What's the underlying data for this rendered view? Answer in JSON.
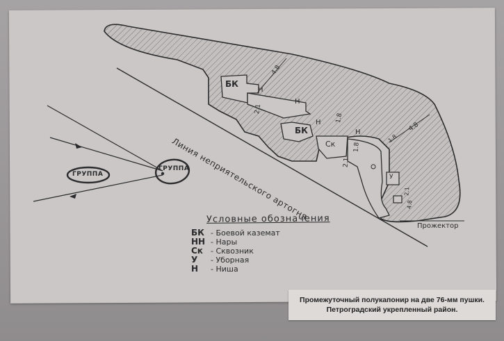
{
  "plan": {
    "rooms": {
      "bk1": "БК",
      "bk2": "БК",
      "n1": "Н",
      "n2": "Н",
      "n3": "Н",
      "n4": "Н",
      "sk": "Ск",
      "u": "У"
    },
    "dims": {
      "d1": "4.8",
      "d2": "2.1",
      "d3": "1.8",
      "d4": "1.8",
      "d5": "4.8",
      "d6": "1.8",
      "d7": "2.1",
      "d8": "2.1",
      "d9": "4.8"
    },
    "fire_line_label": "Линия неприятельского артогня",
    "projector_label": "Прожектор",
    "groups": {
      "left": "ГРУППА",
      "right": "ГРУППА"
    }
  },
  "legend": {
    "title": "Условные обозначения",
    "items": [
      {
        "code": "БК",
        "desc": "- Боевой каземат"
      },
      {
        "code": "НН",
        "desc": "- Нары"
      },
      {
        "code": "Ск",
        "desc": "- Сквозник"
      },
      {
        "code": "У",
        "desc": "- Уборная"
      },
      {
        "code": "Н",
        "desc": "- Ниша"
      }
    ]
  },
  "caption": {
    "line1": "Промежуточный полукапонир на две 76-мм пушки.",
    "line2": "Петроградский укрепленный район."
  },
  "colors": {
    "sheet": "#cac7c6",
    "ink": "#2b2b2d",
    "hatch": "#6d6a6b",
    "wall": "#9b9898"
  }
}
